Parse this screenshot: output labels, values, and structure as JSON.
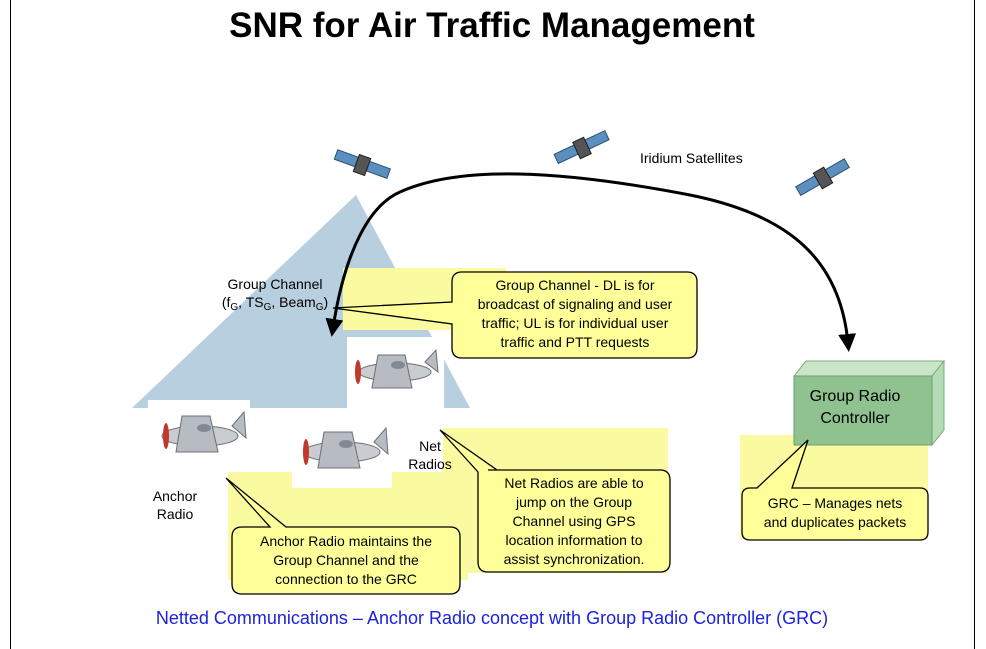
{
  "title": "SNR for Air Traffic Management",
  "satellites_label": "Iridium Satellites",
  "group_channel": {
    "line1": "Group Channel",
    "f": "f",
    "f_sub": "G",
    "ts": "TS",
    "ts_sub": "G",
    "beam": "Beam",
    "beam_sub": "G"
  },
  "net_radios_label": [
    "Net",
    "Radios"
  ],
  "anchor_radio_label": [
    "Anchor",
    "Radio"
  ],
  "grc_box": [
    "Group Radio",
    "Controller"
  ],
  "callouts": {
    "group_channel": [
      "Group Channel - DL is for",
      "broadcast of signaling and user",
      "traffic; UL is for individual user",
      "traffic and PTT requests"
    ],
    "net_radios": [
      "Net Radios are able to",
      "jump on the Group",
      "Channel using GPS",
      "location information to",
      "assist synchronization."
    ],
    "anchor_radio": [
      "Anchor Radio maintains the",
      "Group Channel and the",
      "connection to the GRC"
    ],
    "grc": [
      "GRC – Manages nets",
      "and duplicates packets"
    ]
  },
  "caption": "Netted Communications – Anchor Radio concept with Group Radio Controller (GRC)",
  "colors": {
    "beam": "#b8cfe0",
    "callout_fill": "#ffff99",
    "callout_bg": "#fafaa0",
    "grc_front": "#8fc28f",
    "grc_side": "#b5dbb5",
    "caption": "#1a22e0"
  }
}
